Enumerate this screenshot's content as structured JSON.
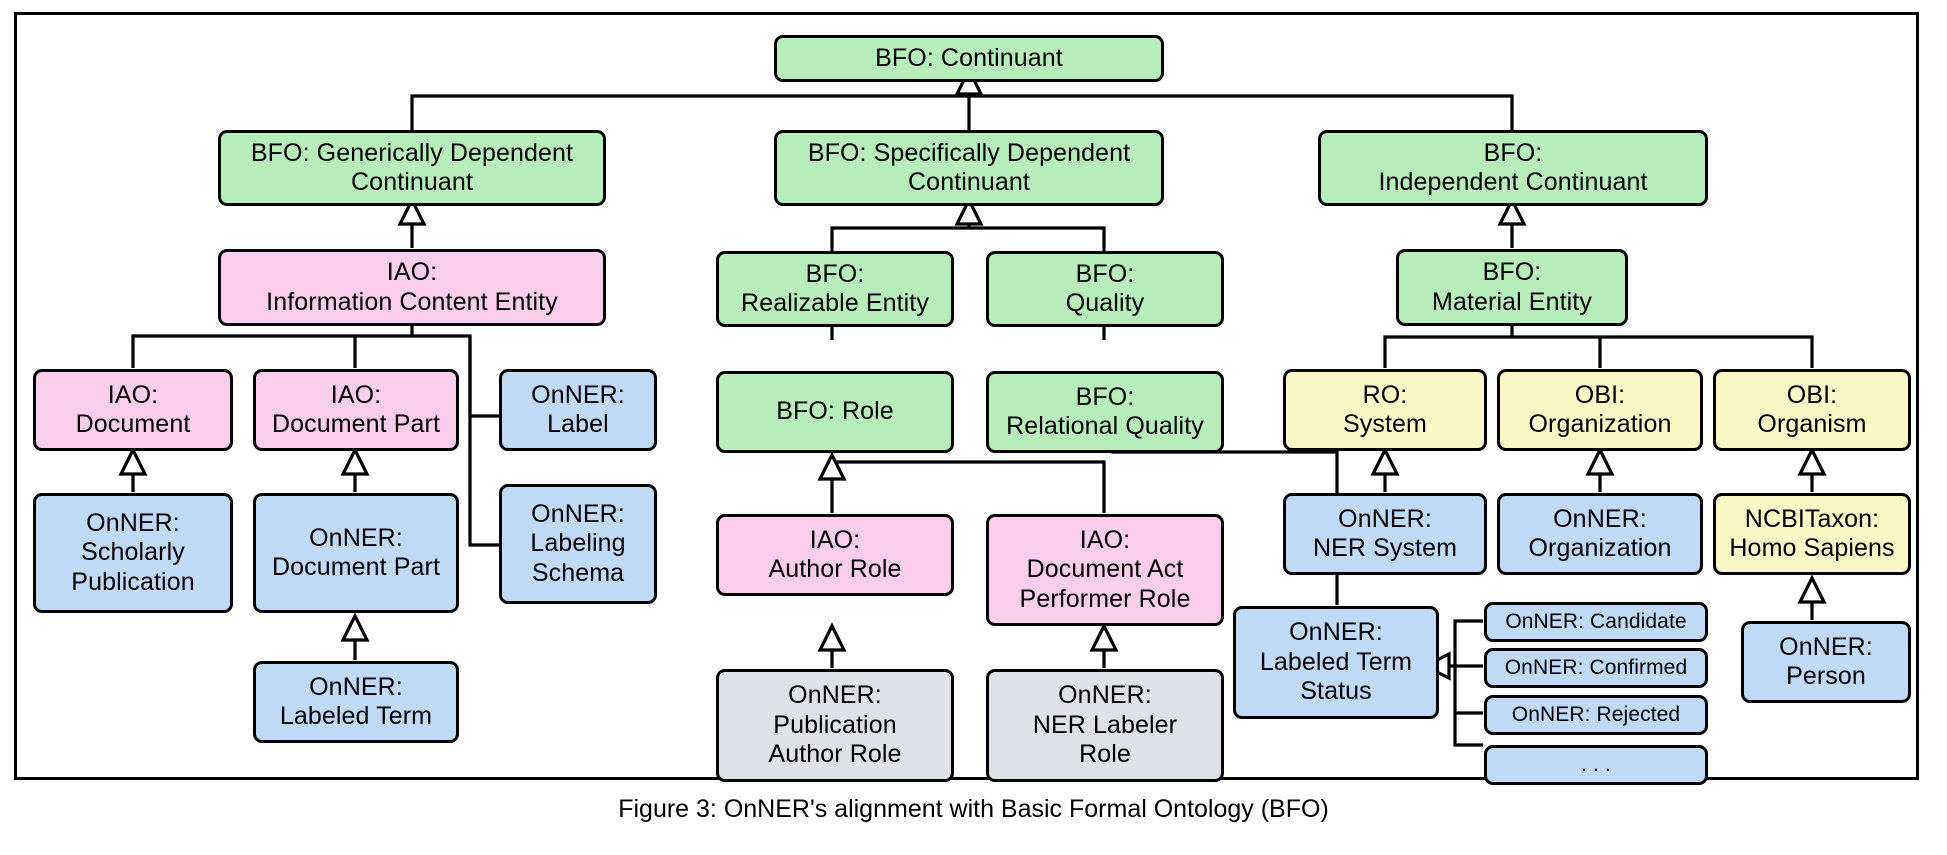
{
  "figure": {
    "caption": "Figure 3: OnNER's alignment with Basic Formal Ontology (BFO)"
  },
  "legend_colors": {
    "bfo_green": "#b6edbb",
    "iao_pink": "#fbcdec",
    "onner_blue": "#bfd9f6",
    "obi_ro_yellow": "#faf6c5",
    "role_gray": "#dfe1e6",
    "border": "#000000",
    "background": "#ffffff"
  },
  "nodes": {
    "continuant": "BFO: Continuant",
    "generically_dependent_continuant": "BFO: Generically Dependent\nContinuant",
    "specifically_dependent_continuant": "BFO: Specifically Dependent\nContinuant",
    "independent_continuant": "BFO:\nIndependent Continuant",
    "information_content_entity": "IAO:\nInformation Content Entity",
    "realizable_entity": "BFO:\nRealizable Entity",
    "quality": "BFO:\nQuality",
    "material_entity": "BFO:\nMaterial Entity",
    "iao_document": "IAO:\nDocument",
    "iao_document_part": "IAO:\nDocument Part",
    "onner_label": "OnNER:\nLabel",
    "bfo_role": "BFO: Role",
    "relational_quality": "BFO:\nRelational Quality",
    "ro_system": "RO:\nSystem",
    "obi_organization": "OBI:\nOrganization",
    "obi_organism": "OBI:\nOrganism",
    "onner_scholarly_publication": "OnNER:\nScholarly\nPublication",
    "onner_document_part": "OnNER:\nDocument Part",
    "onner_labeling_schema": "OnNER:\nLabeling\nSchema",
    "iao_author_role": "IAO:\nAuthor Role",
    "iao_document_act_performer_role": "IAO:\nDocument Act\nPerformer Role",
    "onner_ner_system": "OnNER:\nNER System",
    "onner_organization": "OnNER:\nOrganization",
    "ncbitaxon_homo_sapiens": "NCBITaxon:\nHomo Sapiens",
    "onner_labeled_term": "OnNER:\nLabeled Term",
    "onner_publication_author_role": "OnNER:\nPublication\nAuthor Role",
    "onner_ner_labeler_role": "OnNER:\nNER Labeler\nRole",
    "onner_labeled_term_status": "OnNER:\nLabeled Term\nStatus",
    "onner_person": "OnNER:\nPerson",
    "onner_candidate": "OnNER: Candidate",
    "onner_confirmed": "OnNER: Confirmed",
    "onner_rejected": "OnNER: Rejected",
    "onner_ellipsis": ". . ."
  },
  "relations": [
    {
      "child": "generically_dependent_continuant",
      "parent": "continuant",
      "type": "is-a"
    },
    {
      "child": "specifically_dependent_continuant",
      "parent": "continuant",
      "type": "is-a"
    },
    {
      "child": "independent_continuant",
      "parent": "continuant",
      "type": "is-a"
    },
    {
      "child": "information_content_entity",
      "parent": "generically_dependent_continuant",
      "type": "is-a"
    },
    {
      "child": "realizable_entity",
      "parent": "specifically_dependent_continuant",
      "type": "is-a"
    },
    {
      "child": "quality",
      "parent": "specifically_dependent_continuant",
      "type": "is-a"
    },
    {
      "child": "material_entity",
      "parent": "independent_continuant",
      "type": "is-a"
    },
    {
      "child": "iao_document",
      "parent": "information_content_entity",
      "type": "is-a"
    },
    {
      "child": "iao_document_part",
      "parent": "information_content_entity",
      "type": "is-a"
    },
    {
      "child": "onner_label",
      "parent": "information_content_entity",
      "type": "is-a"
    },
    {
      "child": "onner_labeling_schema",
      "parent": "information_content_entity",
      "type": "is-a"
    },
    {
      "child": "bfo_role",
      "parent": "realizable_entity",
      "type": "is-a"
    },
    {
      "child": "relational_quality",
      "parent": "quality",
      "type": "is-a"
    },
    {
      "child": "ro_system",
      "parent": "material_entity",
      "type": "is-a"
    },
    {
      "child": "obi_organization",
      "parent": "material_entity",
      "type": "is-a"
    },
    {
      "child": "obi_organism",
      "parent": "material_entity",
      "type": "is-a"
    },
    {
      "child": "onner_scholarly_publication",
      "parent": "iao_document",
      "type": "is-a"
    },
    {
      "child": "onner_document_part",
      "parent": "iao_document_part",
      "type": "is-a"
    },
    {
      "child": "onner_labeled_term",
      "parent": "onner_document_part",
      "type": "is-a"
    },
    {
      "child": "iao_author_role",
      "parent": "bfo_role",
      "type": "is-a"
    },
    {
      "child": "iao_document_act_performer_role",
      "parent": "bfo_role",
      "type": "is-a"
    },
    {
      "child": "onner_publication_author_role",
      "parent": "iao_author_role",
      "type": "is-a"
    },
    {
      "child": "onner_ner_labeler_role",
      "parent": "iao_document_act_performer_role",
      "type": "is-a"
    },
    {
      "child": "onner_labeled_term_status",
      "parent": "relational_quality",
      "type": "is-a"
    },
    {
      "child": "onner_ner_system",
      "parent": "ro_system",
      "type": "is-a"
    },
    {
      "child": "onner_organization",
      "parent": "obi_organization",
      "type": "is-a"
    },
    {
      "child": "ncbitaxon_homo_sapiens",
      "parent": "obi_organism",
      "type": "is-a"
    },
    {
      "child": "onner_person",
      "parent": "ncbitaxon_homo_sapiens",
      "type": "is-a"
    },
    {
      "child": "onner_candidate",
      "parent": "onner_labeled_term_status",
      "type": "is-a"
    },
    {
      "child": "onner_confirmed",
      "parent": "onner_labeled_term_status",
      "type": "is-a"
    },
    {
      "child": "onner_rejected",
      "parent": "onner_labeled_term_status",
      "type": "is-a"
    },
    {
      "child": "onner_ellipsis",
      "parent": "onner_labeled_term_status",
      "type": "is-a"
    }
  ]
}
